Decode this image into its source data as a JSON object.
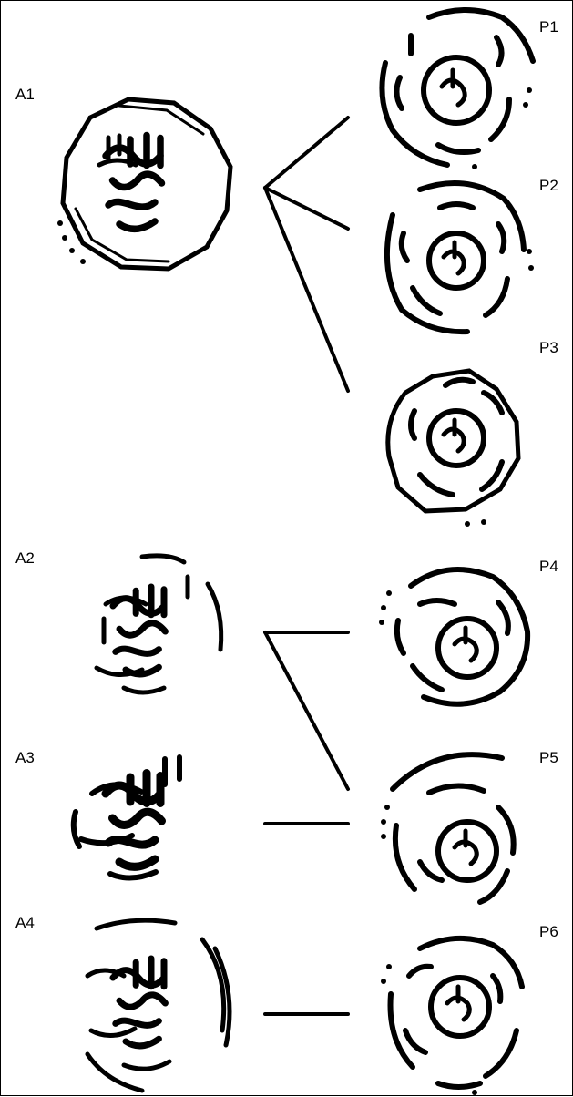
{
  "labels": {
    "a1": "A1",
    "a2": "A2",
    "a3": "A3",
    "a4": "A4",
    "p1": "P1",
    "p2": "P2",
    "p3": "P3",
    "p4": "P4",
    "p5": "P5",
    "p6": "P6"
  },
  "links": [
    {
      "from": "A1",
      "to": "P1"
    },
    {
      "from": "A1",
      "to": "P2"
    },
    {
      "from": "A1",
      "to": "P3"
    },
    {
      "from": "A2",
      "to": "P4"
    },
    {
      "from": "A2",
      "to": "P5"
    },
    {
      "from": "A3",
      "to": "P5"
    },
    {
      "from": "A4",
      "to": "P6"
    }
  ],
  "colors": {
    "ink": "#000000",
    "background": "#ffffff"
  }
}
